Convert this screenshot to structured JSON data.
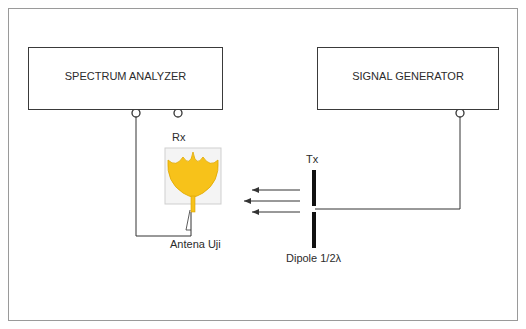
{
  "diagram": {
    "nodes": [
      {
        "text": [
          "SPECTRUM ANALYZER"
        ]
      },
      {
        "text": [
          "SIGNAL GENERATOR"
        ]
      }
    ],
    "labels": [
      "Rx",
      "Antena Uji",
      "Tx",
      "Dipole 1/2λ"
    ]
  }
}
